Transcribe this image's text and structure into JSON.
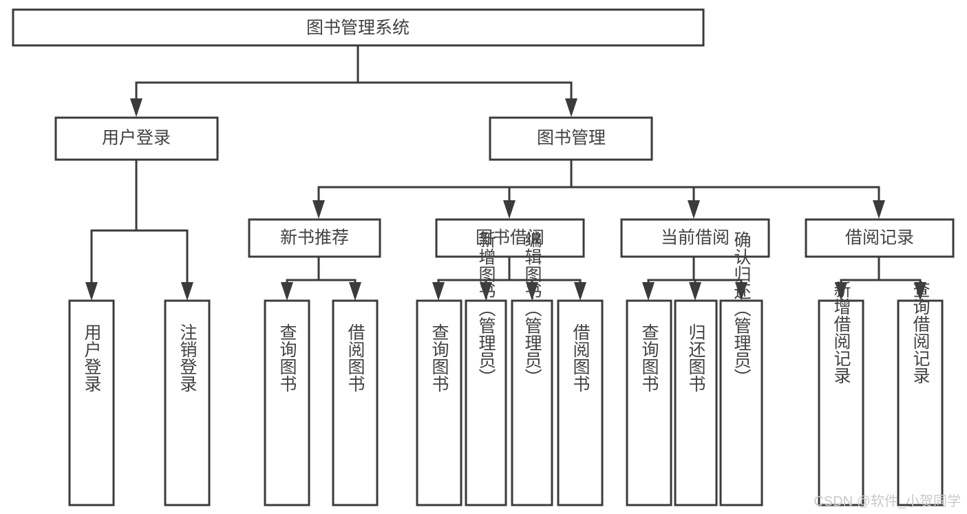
{
  "diagram": {
    "title": "图书管理系统",
    "type": "hierarchy-tree",
    "root": {
      "id": "root",
      "label": "图书管理系统"
    },
    "level2": [
      {
        "id": "user-login",
        "label": "用户登录"
      },
      {
        "id": "book-management",
        "label": "图书管理"
      }
    ],
    "level3": [
      {
        "id": "new-book-recommend",
        "label": "新书推荐",
        "parent": "book-management"
      },
      {
        "id": "book-borrow",
        "label": "图书借阅",
        "parent": "book-management"
      },
      {
        "id": "current-borrow",
        "label": "当前借阅",
        "parent": "book-management"
      },
      {
        "id": "borrow-record",
        "label": "借阅记录",
        "parent": "book-management"
      }
    ],
    "leaves": [
      {
        "id": "leaf-user-login",
        "label": "用户登录",
        "parent": "user-login"
      },
      {
        "id": "leaf-logout-login",
        "label": "注销登录",
        "parent": "user-login"
      },
      {
        "id": "leaf-query-book-1",
        "label": "查询图书",
        "parent": "new-book-recommend"
      },
      {
        "id": "leaf-borrow-book-1",
        "label": "借阅图书",
        "parent": "new-book-recommend"
      },
      {
        "id": "leaf-query-book-2",
        "label": "查询图书",
        "parent": "book-borrow"
      },
      {
        "id": "leaf-add-book",
        "label": "新增图书（管理员）",
        "parent": "book-borrow"
      },
      {
        "id": "leaf-edit-book",
        "label": "编辑图书（管理员）",
        "parent": "book-borrow"
      },
      {
        "id": "leaf-borrow-book-2",
        "label": "借阅图书",
        "parent": "book-borrow"
      },
      {
        "id": "leaf-query-book-3",
        "label": "查询图书",
        "parent": "current-borrow"
      },
      {
        "id": "leaf-return-book",
        "label": "归还图书",
        "parent": "current-borrow"
      },
      {
        "id": "leaf-confirm-return",
        "label": "确认归还（管理员）",
        "parent": "current-borrow"
      },
      {
        "id": "leaf-add-record",
        "label": "新增借阅记录",
        "parent": "borrow-record"
      },
      {
        "id": "leaf-query-record",
        "label": "查询借阅记录",
        "parent": "borrow-record"
      }
    ]
  },
  "watermark": {
    "text": "CSDN @软件_小贺同学"
  },
  "colors": {
    "box_stroke": "#3b3b3b",
    "box_fill": "#ffffff",
    "text": "#44413f",
    "watermark": "#c9c9c9",
    "background": "#ffffff"
  }
}
